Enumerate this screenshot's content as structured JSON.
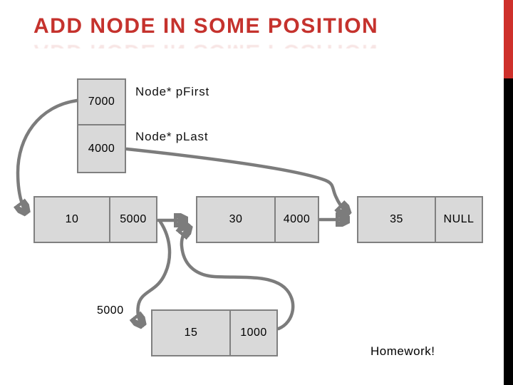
{
  "title": "ADD NODE IN SOME POSITION",
  "pointers": {
    "pFirst": {
      "label": "Node* pFirst",
      "value": "7000"
    },
    "pLast": {
      "label": "Node* pLast",
      "value": "4000"
    }
  },
  "list": {
    "nodes": [
      {
        "data": "10",
        "next": "5000"
      },
      {
        "data": "30",
        "next": "4000"
      },
      {
        "data": "35",
        "next": "NULL"
      }
    ]
  },
  "new_node": {
    "address": "5000",
    "data": "15",
    "next": "1000"
  },
  "footer": {
    "homework": "Homework!"
  },
  "colors": {
    "accent_red": "#ce302b",
    "title_red": "#c5322d",
    "sidebar_black": "#000000",
    "line_gray": "#7c7c7c",
    "box_fill": "#d9d9d9",
    "box_border": "#808080"
  },
  "icons": {
    "arrows": [
      "pfirst-to-node1-arrow",
      "plast-to-node3-arrow",
      "node1-next-to-node2-arrow",
      "node2-next-to-node3-arrow",
      "node1-next-to-newnode-arrow",
      "newnode-next-to-node2-arrow"
    ]
  }
}
